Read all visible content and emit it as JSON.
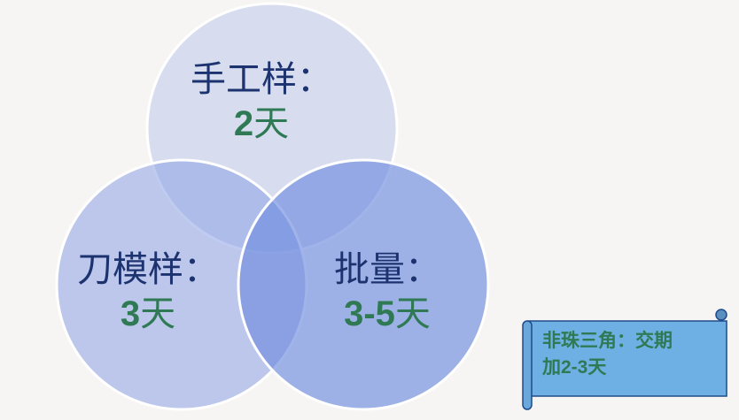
{
  "venn": [
    {
      "label": "手工样：",
      "value": "2",
      "unit": "天"
    },
    {
      "label": "刀模样：",
      "value": "3",
      "unit": "天"
    },
    {
      "label": "批量：",
      "value": "3-5",
      "unit": "天"
    }
  ],
  "note": {
    "line1": "非珠三角：交期",
    "line2_prefix": "加",
    "line2_value": "2-3",
    "line2_unit": "天"
  },
  "colors": {
    "circle_fill": "#9fb0e6",
    "label": "#1c3370",
    "value": "#2f7a54",
    "scroll": "#6fb0e4"
  }
}
